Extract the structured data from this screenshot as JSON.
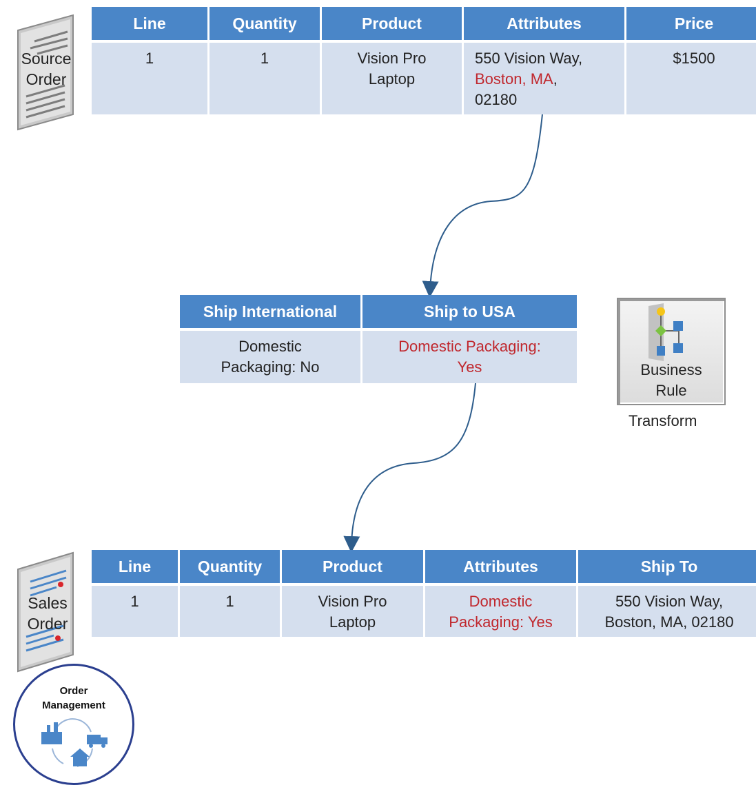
{
  "source_order": {
    "label_line1": "Source",
    "label_line2": "Order",
    "headers": [
      "Line",
      "Quantity",
      "Product",
      "Attributes",
      "Price"
    ],
    "row": {
      "line": "1",
      "quantity": "1",
      "product_line1": "Vision Pro",
      "product_line2": "Laptop",
      "attr_line1": "550 Vision Way,",
      "attr_line2": "Boston, MA",
      "attr_line2_suffix": ",",
      "attr_line3": "02180",
      "price": "$1500"
    }
  },
  "rule_table": {
    "headers": [
      "Ship International",
      "Ship to USA"
    ],
    "col1_line1": "Domestic",
    "col1_line2": "Packaging: No",
    "col2_line1": "Domestic Packaging:",
    "col2_line2": "Yes"
  },
  "business_rule": {
    "label_line1": "Business",
    "label_line2": "Rule",
    "caption": "Transform"
  },
  "sales_order": {
    "label_line1": "Sales",
    "label_line2": "Order",
    "headers": [
      "Line",
      "Quantity",
      "Product",
      "Attributes",
      "Ship To"
    ],
    "row": {
      "line": "1",
      "quantity": "1",
      "product_line1": "Vision Pro",
      "product_line2": "Laptop",
      "attr_line1": "Domestic",
      "attr_line2": "Packaging: Yes",
      "shipto_line1": "550 Vision Way,",
      "shipto_line2": "Boston, MA, 02180"
    }
  },
  "order_management": {
    "label_line1": "Order",
    "label_line2": "Management"
  },
  "colors": {
    "header_blue": "#4a86c8",
    "cell_fill": "#d5dfee",
    "highlight_red": "#c0272d",
    "arrow": "#2e5d8c"
  }
}
